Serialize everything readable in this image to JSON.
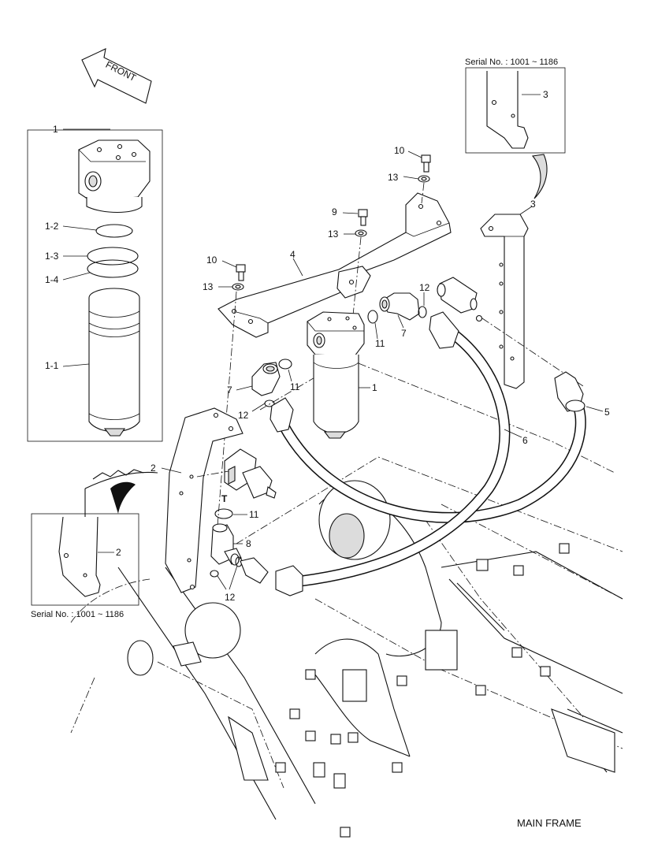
{
  "direction": {
    "label": "FRONT"
  },
  "caption": "MAIN FRAME",
  "insets": {
    "filter_kit": {
      "label": "1"
    },
    "bracket_3": {
      "serial": "Serial No. : 1001 ~ 1186",
      "label": "3"
    },
    "bracket_2": {
      "serial": "Serial No. : 1001 ~ 1186",
      "label": "2"
    }
  },
  "callouts": {
    "filter_head_ring_1_2": "1-2",
    "filter_ring_1_3": "1-3",
    "filter_ring_1_4": "1-4",
    "filter_element_1_1": "1-1",
    "bolt_10_top": "10",
    "washer_13_top": "13",
    "bolt_9": "9",
    "washer_13_mid": "13",
    "plate_4": "4",
    "bolt_10_left": "10",
    "washer_13_left": "13",
    "bracket_3": "3",
    "oring_12_right": "12",
    "elbow_7_right": "7",
    "oring_11_right": "11",
    "elbow_7_left": "7",
    "oring_11_left": "11",
    "filter_1": "1",
    "oring_12_left": "12",
    "fitting_5": "5",
    "hose_6": "6",
    "bracket_2": "2",
    "oring_11_bottom": "11",
    "tee_8": "8",
    "oring_12_bottom": "12",
    "port_T": "T"
  }
}
